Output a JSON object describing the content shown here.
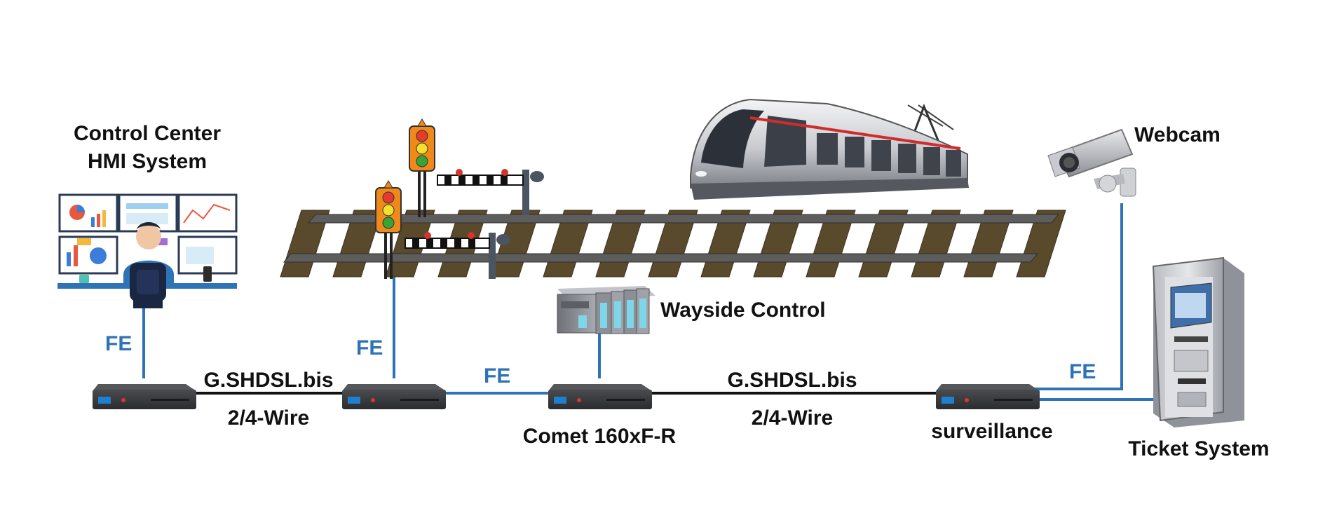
{
  "labels": {
    "control_center_line1": "Control Center",
    "control_center_line2": "HMI System",
    "webcam": "Webcam",
    "wayside_control": "Wayside Control",
    "comet": "Comet 160xF-R",
    "surveillance": "surveillance",
    "ticket_system": "Ticket System",
    "fe_control": "FE",
    "fe_signal": "FE",
    "fe_link": "FE",
    "fe_surveillance": "FE",
    "gshdsl_left": "G.SHDSL.bis",
    "wire_left": "2/4-Wire",
    "gshdsl_right": "G.SHDSL.bis",
    "wire_right": "2/4-Wire"
  },
  "colors": {
    "fe_line": "#2f73b7",
    "dsl_line": "#111111",
    "device_body": "#3a3b3e",
    "rail": "#5d5d5d",
    "sleeper": "#5a4a2c",
    "label_text": "#111111",
    "fe_text": "#2f73b7"
  },
  "icons": {
    "control_center": "operator-monitors-icon",
    "traffic_light": "traffic-light-icon",
    "crossing_gate": "crossing-barrier-icon",
    "train": "tram-icon",
    "webcam": "cctv-camera-icon",
    "plc": "plc-module-icon",
    "ticket_machine": "ticket-kiosk-icon",
    "modem": "shdsl-modem-icon"
  }
}
